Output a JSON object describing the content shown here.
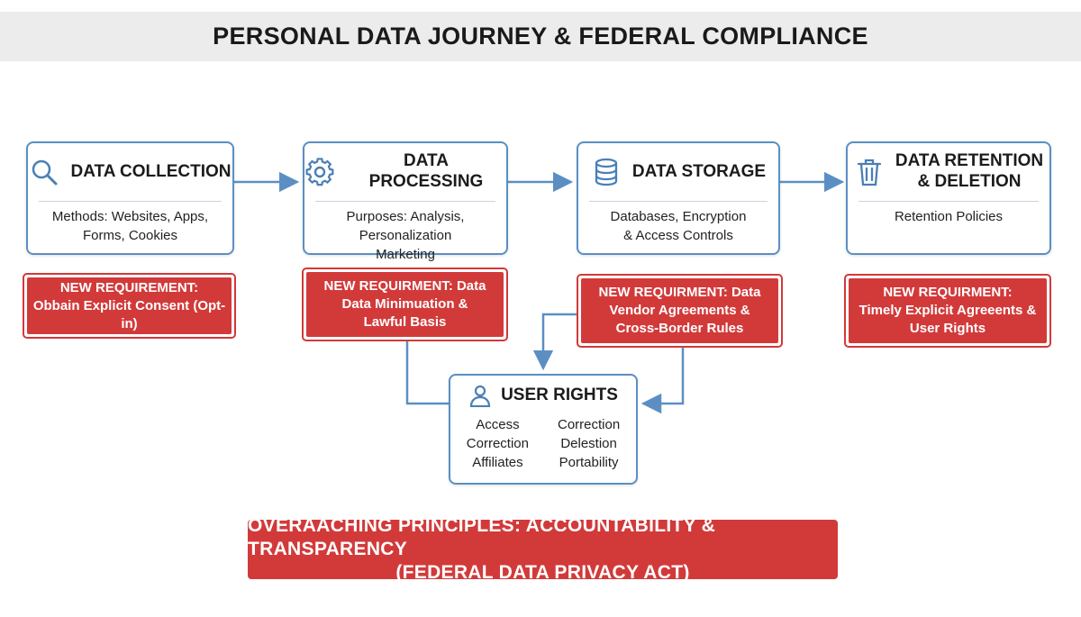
{
  "title": "PERSONAL DATA JOURNEY & FEDERAL COMPLIANCE",
  "stages": [
    {
      "icon": "magnifier-icon",
      "label": [
        "DATA COLLECTION"
      ],
      "desc": [
        "Methods: Websites, Apps,",
        "Forms, Cookies"
      ]
    },
    {
      "icon": "gear-icon",
      "label": [
        "DATA PROCESSING"
      ],
      "desc": [
        "Purposes: Analysis, Personalization",
        "Marketing"
      ]
    },
    {
      "icon": "database-icon",
      "label": [
        "DATA STORAGE"
      ],
      "desc": [
        "Databases, Encryption",
        "& Access Controls"
      ]
    },
    {
      "icon": "trash-icon",
      "label": [
        "DATA RETENTION",
        "& DELETION"
      ],
      "desc": [
        "Retention Policies"
      ]
    }
  ],
  "requirements": [
    {
      "lines": [
        "NEW REQUIREMENT:",
        "Obbain Explicit Consent (Opt-in)"
      ]
    },
    {
      "lines": [
        "NEW REQUIRMENT: Data",
        "Data Minimuation &",
        "Lawful Basis"
      ]
    },
    {
      "lines": [
        "NEW REQUIRMENT: Data",
        "Vendor Agreements &",
        "Cross-Border Rules"
      ]
    },
    {
      "lines": [
        "NEW REQUIRMENT:",
        "Timely Explicit Agreeents &",
        "User Rights"
      ]
    }
  ],
  "user_rights": {
    "icon": "user-icon",
    "label": "USER RIGHTS",
    "left": [
      "Access",
      "Correction",
      "Affiliates"
    ],
    "right": [
      "Correction",
      "Delestion",
      "Portability"
    ]
  },
  "principles": {
    "line1": "OVERAACHING PRINCIPLES: ACCOUNTABILITY & TRANSPARENCY",
    "line2": "(FEDERAL DATA PRIVACY ACT)"
  },
  "colors": {
    "stage_border": "#5b8fc4",
    "requirement_fill": "#d23a3a",
    "connector": "#5b8fc4",
    "title_bar": "#ececec"
  }
}
